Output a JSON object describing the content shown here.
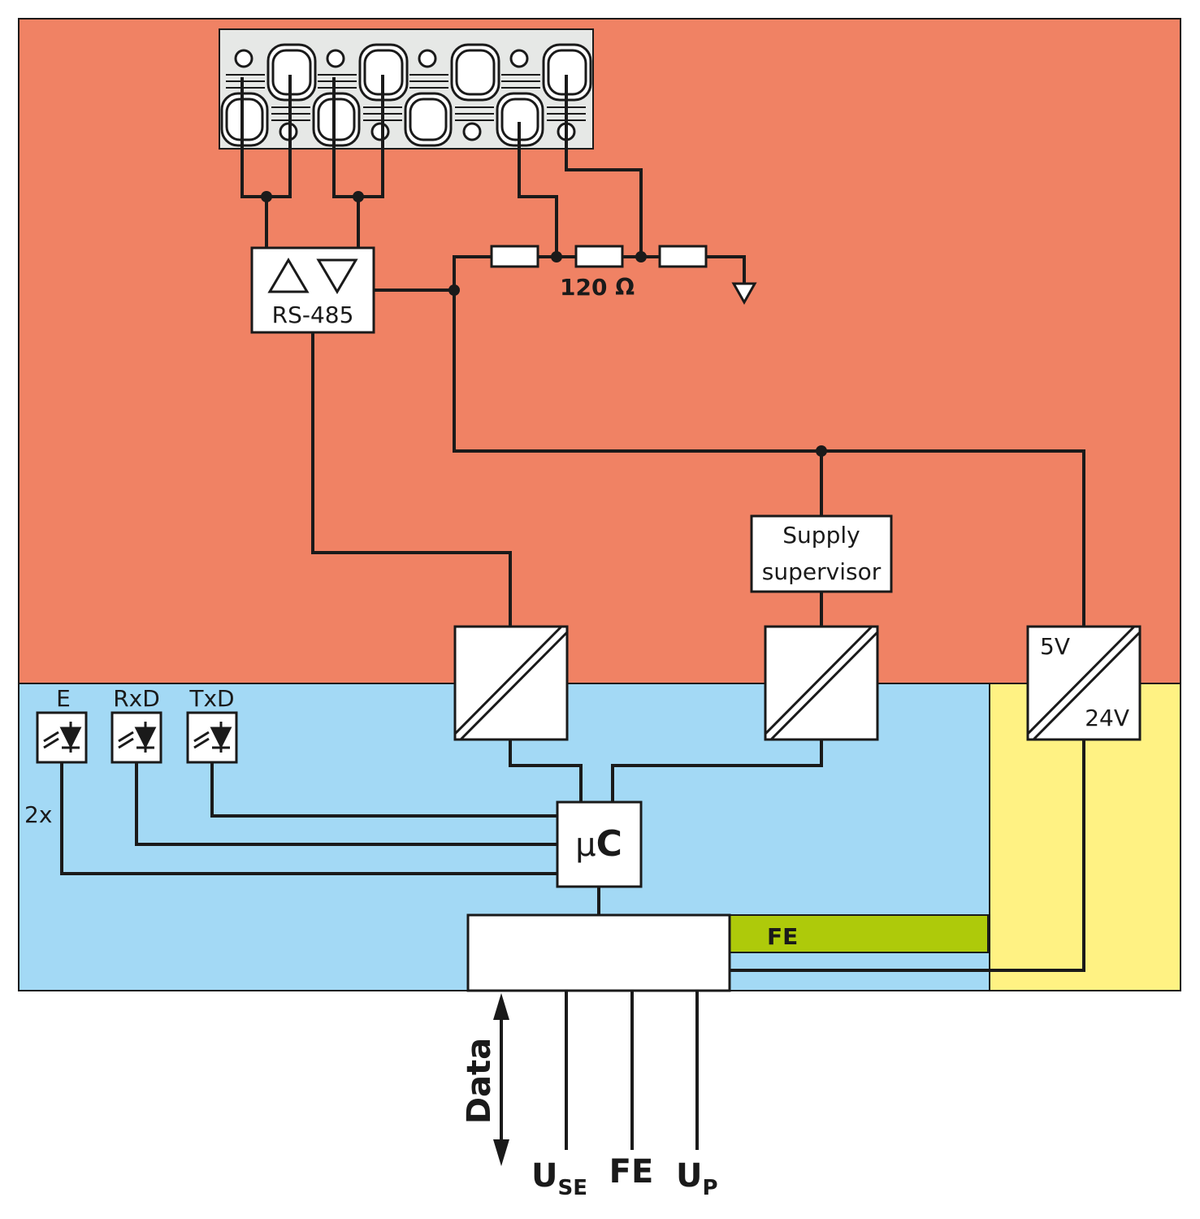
{
  "colors": {
    "rs485_zone": "#F08264",
    "logic_zone": "#A3D9F5",
    "power_zone": "#FFF283",
    "fe_bar": "#AECA0A",
    "wire": "#1A1A1A",
    "connector_bg": "#E6E8E6"
  },
  "blocks": {
    "rs485": "RS-485",
    "termination": "120 Ω",
    "supervisor_line1": "Supply",
    "supervisor_line2": "supervisor",
    "dcdc_in": "5V",
    "dcdc_out": "24V",
    "mcu_prefix": "µ",
    "mcu_suffix": "C",
    "fe_bar": "FE"
  },
  "leds": [
    {
      "label": "E",
      "icon": "led-icon"
    },
    {
      "label": "RxD",
      "icon": "led-icon"
    },
    {
      "label": "TxD",
      "icon": "led-icon"
    }
  ],
  "led_count_note": "2x",
  "bus": {
    "data": "Data",
    "use_main": "U",
    "use_sub": "SE",
    "fe": "FE",
    "up_main": "U",
    "up_sub": "P"
  }
}
